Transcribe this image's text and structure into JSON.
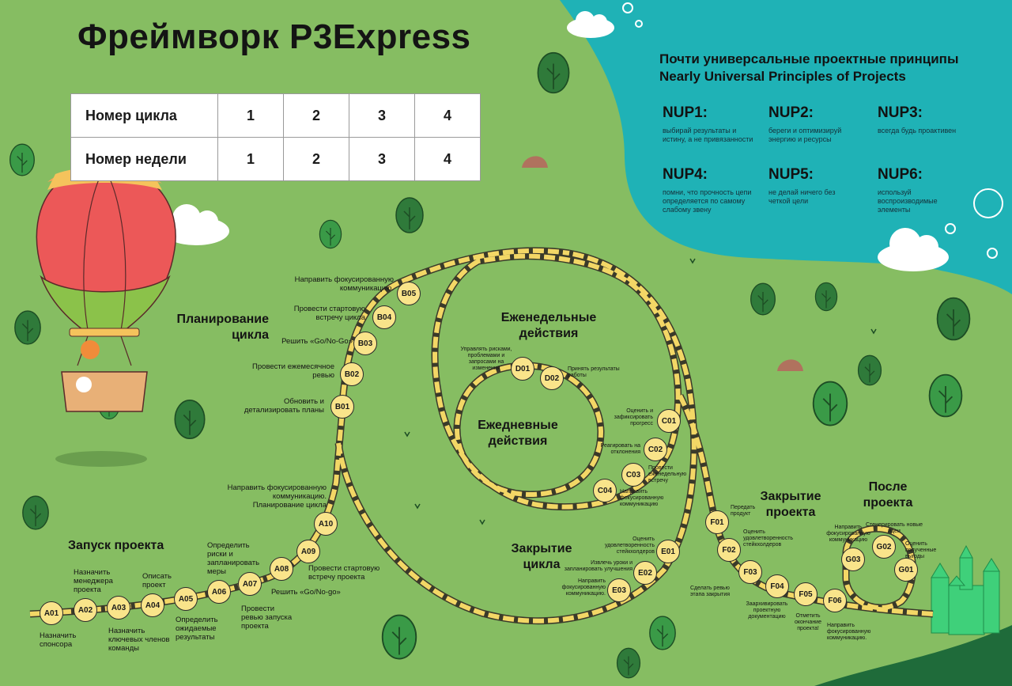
{
  "title": "Фреймворк P3Express",
  "cycle_table": {
    "row1_label": "Номер цикла",
    "row1_values": [
      "1",
      "2",
      "3",
      "4"
    ],
    "row2_label": "Номер недели",
    "row2_values": [
      "1",
      "2",
      "3",
      "4"
    ]
  },
  "nup": {
    "title_ru": "Почти универсальные проектные принципы",
    "title_en": "Nearly Universal Principles of Projects",
    "items": [
      {
        "code": "NUP1:",
        "text": "выбирай результаты и истину, а не привязанности"
      },
      {
        "code": "NUP2:",
        "text": "береги и оптимизируй энергию и ресурсы"
      },
      {
        "code": "NUP3:",
        "text": "всегда будь проактивен"
      },
      {
        "code": "NUP4:",
        "text": "помни, что прочность цепи определяется по самому слабому звену"
      },
      {
        "code": "NUP5:",
        "text": "не делай ничего без четкой цели"
      },
      {
        "code": "NUP6:",
        "text": "используй воспроизводимые элементы"
      }
    ]
  },
  "stages": {
    "launch": "Запуск проекта",
    "planning_1": "Планирование",
    "planning_2": "цикла",
    "weekly_1": "Еженедельные",
    "weekly_2": "действия",
    "daily_1": "Ежедневные",
    "daily_2": "действия",
    "cycle_close_1": "Закрытие",
    "cycle_close_2": "цикла",
    "project_close_1": "Закрытие",
    "project_close_2": "проекта",
    "after_1": "После",
    "after_2": "проекта"
  },
  "nodes": {
    "A01": "A01",
    "A02": "A02",
    "A03": "A03",
    "A04": "A04",
    "A05": "A05",
    "A06": "A06",
    "A07": "A07",
    "A08": "A08",
    "A09": "A09",
    "A10": "A10",
    "B01": "B01",
    "B02": "B02",
    "B03": "B03",
    "B04": "B04",
    "B05": "B05",
    "C01": "C01",
    "C02": "C02",
    "C03": "C03",
    "C04": "C04",
    "D01": "D01",
    "D02": "D02",
    "E01": "E01",
    "E02": "E02",
    "E03": "E03",
    "F01": "F01",
    "F02": "F02",
    "F03": "F03",
    "F04": "F04",
    "F05": "F05",
    "F06": "F06",
    "G01": "G01",
    "G02": "G02",
    "G03": "G03"
  },
  "labels": {
    "A01": "Назначить спонсора",
    "A02": "Назначить менеджера проекта",
    "A03": "Назначить ключевых членов команды",
    "A04": "Описать проект",
    "A05": "Определить ожидаемые результаты",
    "A06": "Определить риски и запланировать меры",
    "A07": "Провести ревью запуска проекта",
    "A08": "Решить «Go/No-go»",
    "A09": "Провести стартовую встречу проекта",
    "A10_1": "Направить фокусированную коммуникацию.",
    "A10_2": "Планирование цикла",
    "B01": "Обновить и детализировать планы",
    "B02": "Провести ежемесячное ревью",
    "B03": "Решить «Go/No-Go»",
    "B04": "Провести стартовую встречу цикла",
    "B05": "Направить фокусированную коммуникацию.",
    "C01": "Оценить и зафиксировать прогресс",
    "C02": "Реагировать на отклонения",
    "C03": "Провести еженедельную встречу",
    "C04": "Направить фокусированную коммуникацию",
    "D01": "Управлять рисками, проблемами и запросами на изменения",
    "D02": "Принять результаты работы",
    "E01": "Оценить удовлетворенность стейкхолдеров",
    "E02": "Извлечь уроки и запланировать улучшения",
    "E03": "Направить фокусированную коммуникацию.",
    "F01": "Передать продукт",
    "F02": "Оценить удовлетворенность стейкхолдеров",
    "F03": "Сделать ревью этапа закрытия",
    "F04": "Заархивировать проектную документацию",
    "F05": "Отметить окончание проекта!",
    "F06": "Направить фокусированную коммуникацию.",
    "G01": "Оценить полученные выгоды",
    "G02": "Стенерировать новые идеи",
    "G03": "Направить фокусированную коммуникацию"
  },
  "colors": {
    "grass": "#86bd62",
    "sea": "#1fb2b6",
    "road": "#f3d766",
    "node_fill": "#f9e48a",
    "tree": "#2f7a3a",
    "balloon_red": "#ec5858",
    "castle": "#3fd07a"
  },
  "icons": [
    "balloon-icon",
    "castle-icon",
    "tree-icon",
    "cloud-icon",
    "rock-icon",
    "bubble-icon"
  ]
}
